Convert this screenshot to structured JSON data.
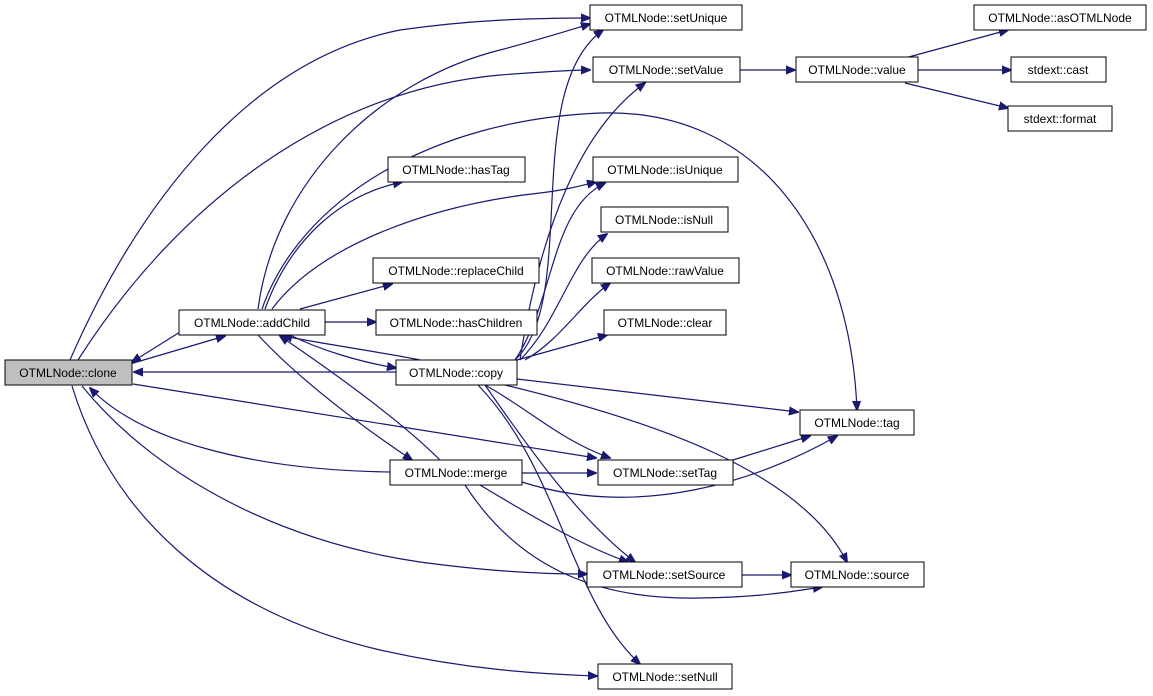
{
  "graph": {
    "colors": {
      "edge": "#191970",
      "root_fill": "#bfbfbf",
      "node_fill": "#ffffff",
      "border": "#000000"
    },
    "nodes": {
      "clone": "OTMLNode::clone",
      "addChild": "OTMLNode::addChild",
      "copy": "OTMLNode::copy",
      "merge": "OTMLNode::merge",
      "setUnique": "OTMLNode::setUnique",
      "setValue": "OTMLNode::setValue",
      "value": "OTMLNode::value",
      "asOTMLNode": "OTMLNode::asOTMLNode",
      "cast": "stdext::cast",
      "format": "stdext::format",
      "hasTag": "OTMLNode::hasTag",
      "isUnique": "OTMLNode::isUnique",
      "isNull": "OTMLNode::isNull",
      "replaceChild": "OTMLNode::replaceChild",
      "rawValue": "OTMLNode::rawValue",
      "hasChildren": "OTMLNode::hasChildren",
      "clear": "OTMLNode::clear",
      "tag": "OTMLNode::tag",
      "setTag": "OTMLNode::setTag",
      "setSource": "OTMLNode::setSource",
      "source": "OTMLNode::source",
      "setNull": "OTMLNode::setNull"
    }
  }
}
